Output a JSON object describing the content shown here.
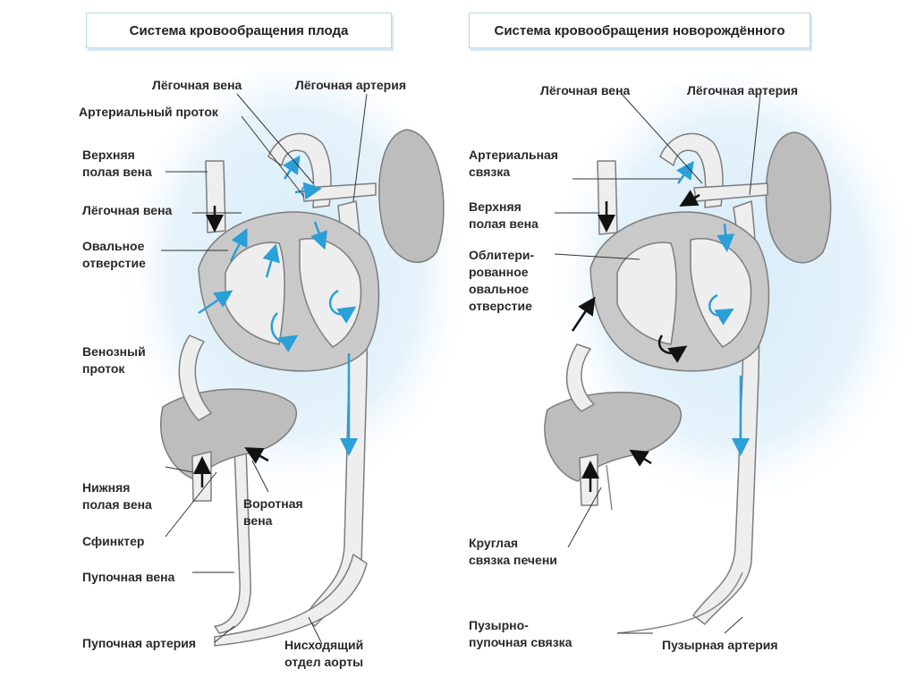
{
  "panels": {
    "fetal": {
      "title": "Система кровообращения плода",
      "labels": {
        "pulm_vein_top": "Лёгочная вена",
        "pulm_artery": "Лёгочная артерия",
        "ductus_arteriosus": "Артериальный проток",
        "svc_1": "Верхняя",
        "svc_2": "полая вена",
        "pulm_vein_side": "Лёгочная вена",
        "foramen_1": "Овальное",
        "foramen_2": "отверстие",
        "ductus_venosus_1": "Венозный",
        "ductus_venosus_2": "проток",
        "ivc_1": "Нижняя",
        "ivc_2": "полая вена",
        "portal_1": "Воротная",
        "portal_2": "вена",
        "sphincter": "Сфинктер",
        "umbilical_vein": "Пупочная вена",
        "umbilical_artery": "Пупочная артерия",
        "desc_aorta_1": "Нисходящий",
        "desc_aorta_2": "отдел аорты"
      }
    },
    "newborn": {
      "title": "Система кровообращения новорождённого",
      "labels": {
        "pulm_vein_top": "Лёгочная вена",
        "pulm_artery": "Лёгочная артерия",
        "lig_arteriosum_1": "Артериальная",
        "lig_arteriosum_2": "связка",
        "svc_1": "Верхняя",
        "svc_2": "полая вена",
        "obliterated_1": "Облитери-",
        "obliterated_2": "рованное",
        "obliterated_3": "овальное",
        "obliterated_4": "отверстие",
        "round_lig_1": "Круглая",
        "round_lig_2": "связка печени",
        "vesicoumb_1": "Пузырно-",
        "vesicoumb_2": "пупочная связка",
        "vesical_artery": "Пузырная артерия"
      }
    }
  },
  "colors": {
    "glow": "#d6ecf8",
    "vessel": "#eeeeee",
    "vessel_stroke": "#7d7d7d",
    "heart_wall": "#c9c9c9",
    "organ": "#bdbdbd",
    "blue_arrow": "#2a9fd8",
    "black_arrow": "#111111",
    "leader": "#333333"
  }
}
